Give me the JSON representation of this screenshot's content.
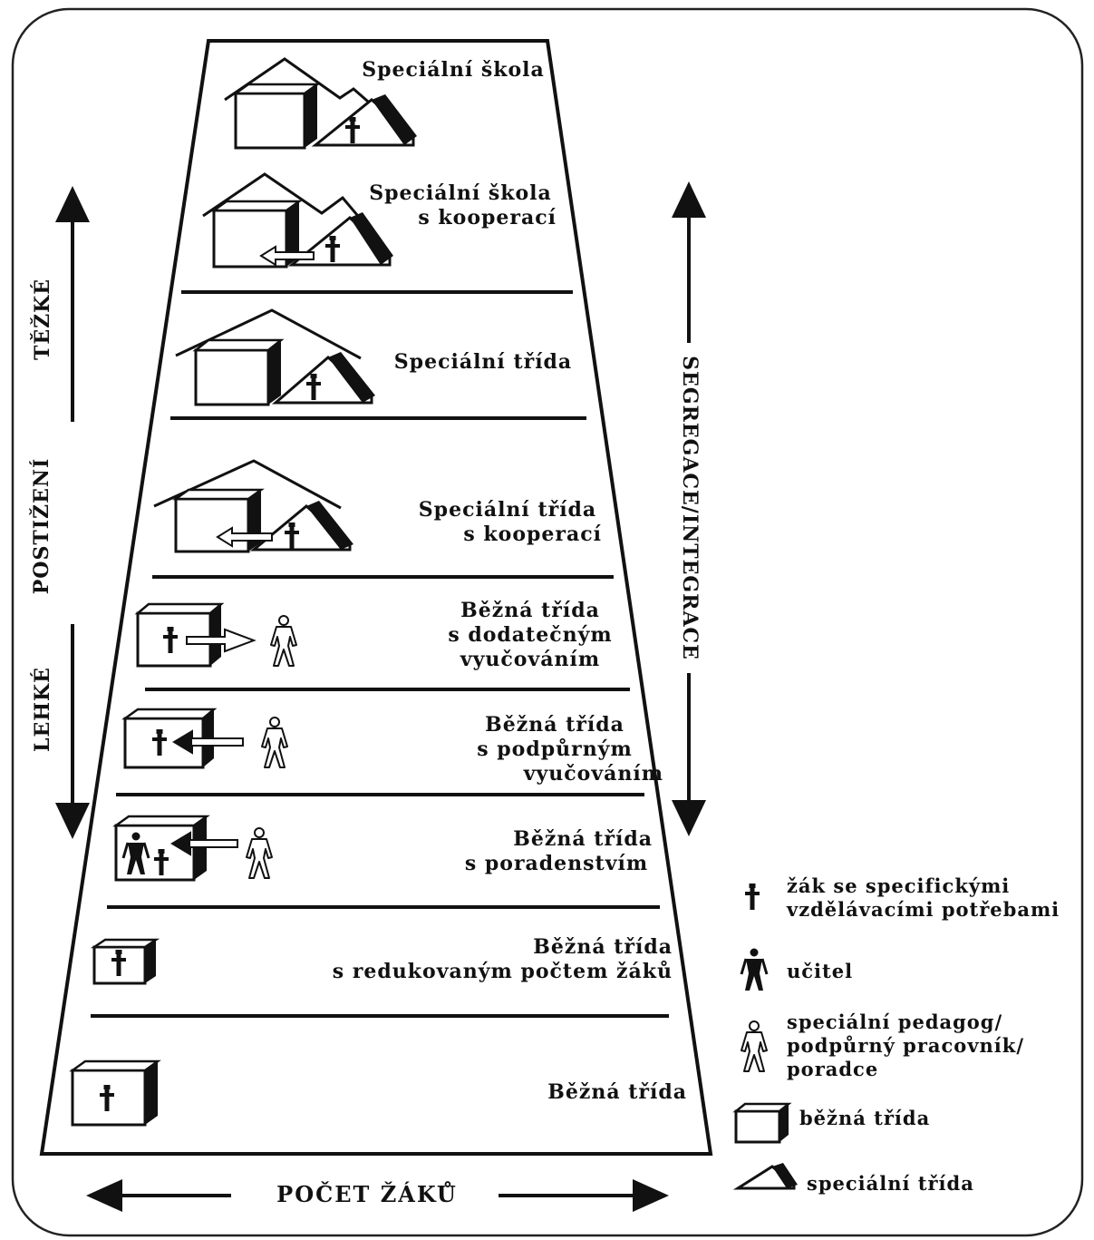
{
  "axes": {
    "left_top": "TĚŽKÉ",
    "left_middle": "POSTIŽENÍ",
    "left_bottom": "LEHKÉ",
    "right": "SEGREGACE/INTEGRACE",
    "bottom": "POČET ŽÁKŮ"
  },
  "levels": [
    {
      "lines": [
        "Speciální škola"
      ]
    },
    {
      "lines": [
        "Speciální škola",
        "s kooperací"
      ]
    },
    {
      "lines": [
        "Speciální třída"
      ]
    },
    {
      "lines": [
        "Speciální třída",
        "s kooperací"
      ]
    },
    {
      "lines": [
        "Běžná třída",
        "s dodatečným",
        "vyučováním"
      ]
    },
    {
      "lines": [
        "Běžná třída",
        "s podpůrným",
        "vyučováním"
      ]
    },
    {
      "lines": [
        "Běžná třída",
        "s poradenstvím"
      ]
    },
    {
      "lines": [
        "Běžná třída",
        "s redukovaným počtem žáků"
      ]
    },
    {
      "lines": [
        "Běžná třída"
      ]
    }
  ],
  "legend": [
    {
      "icon": "student-figure-icon",
      "lines": [
        "žák se specifickými",
        "vzdělávacími potřebami"
      ]
    },
    {
      "icon": "teacher-figure-icon",
      "lines": [
        "učitel"
      ]
    },
    {
      "icon": "special-pedagogue-figure-icon",
      "lines": [
        "speciální pedagog/",
        "podpůrný pracovník/",
        "poradce"
      ]
    },
    {
      "icon": "regular-class-box-icon",
      "lines": [
        "běžná třída"
      ]
    },
    {
      "icon": "special-class-tent-icon",
      "lines": [
        "speciální třída"
      ]
    }
  ]
}
